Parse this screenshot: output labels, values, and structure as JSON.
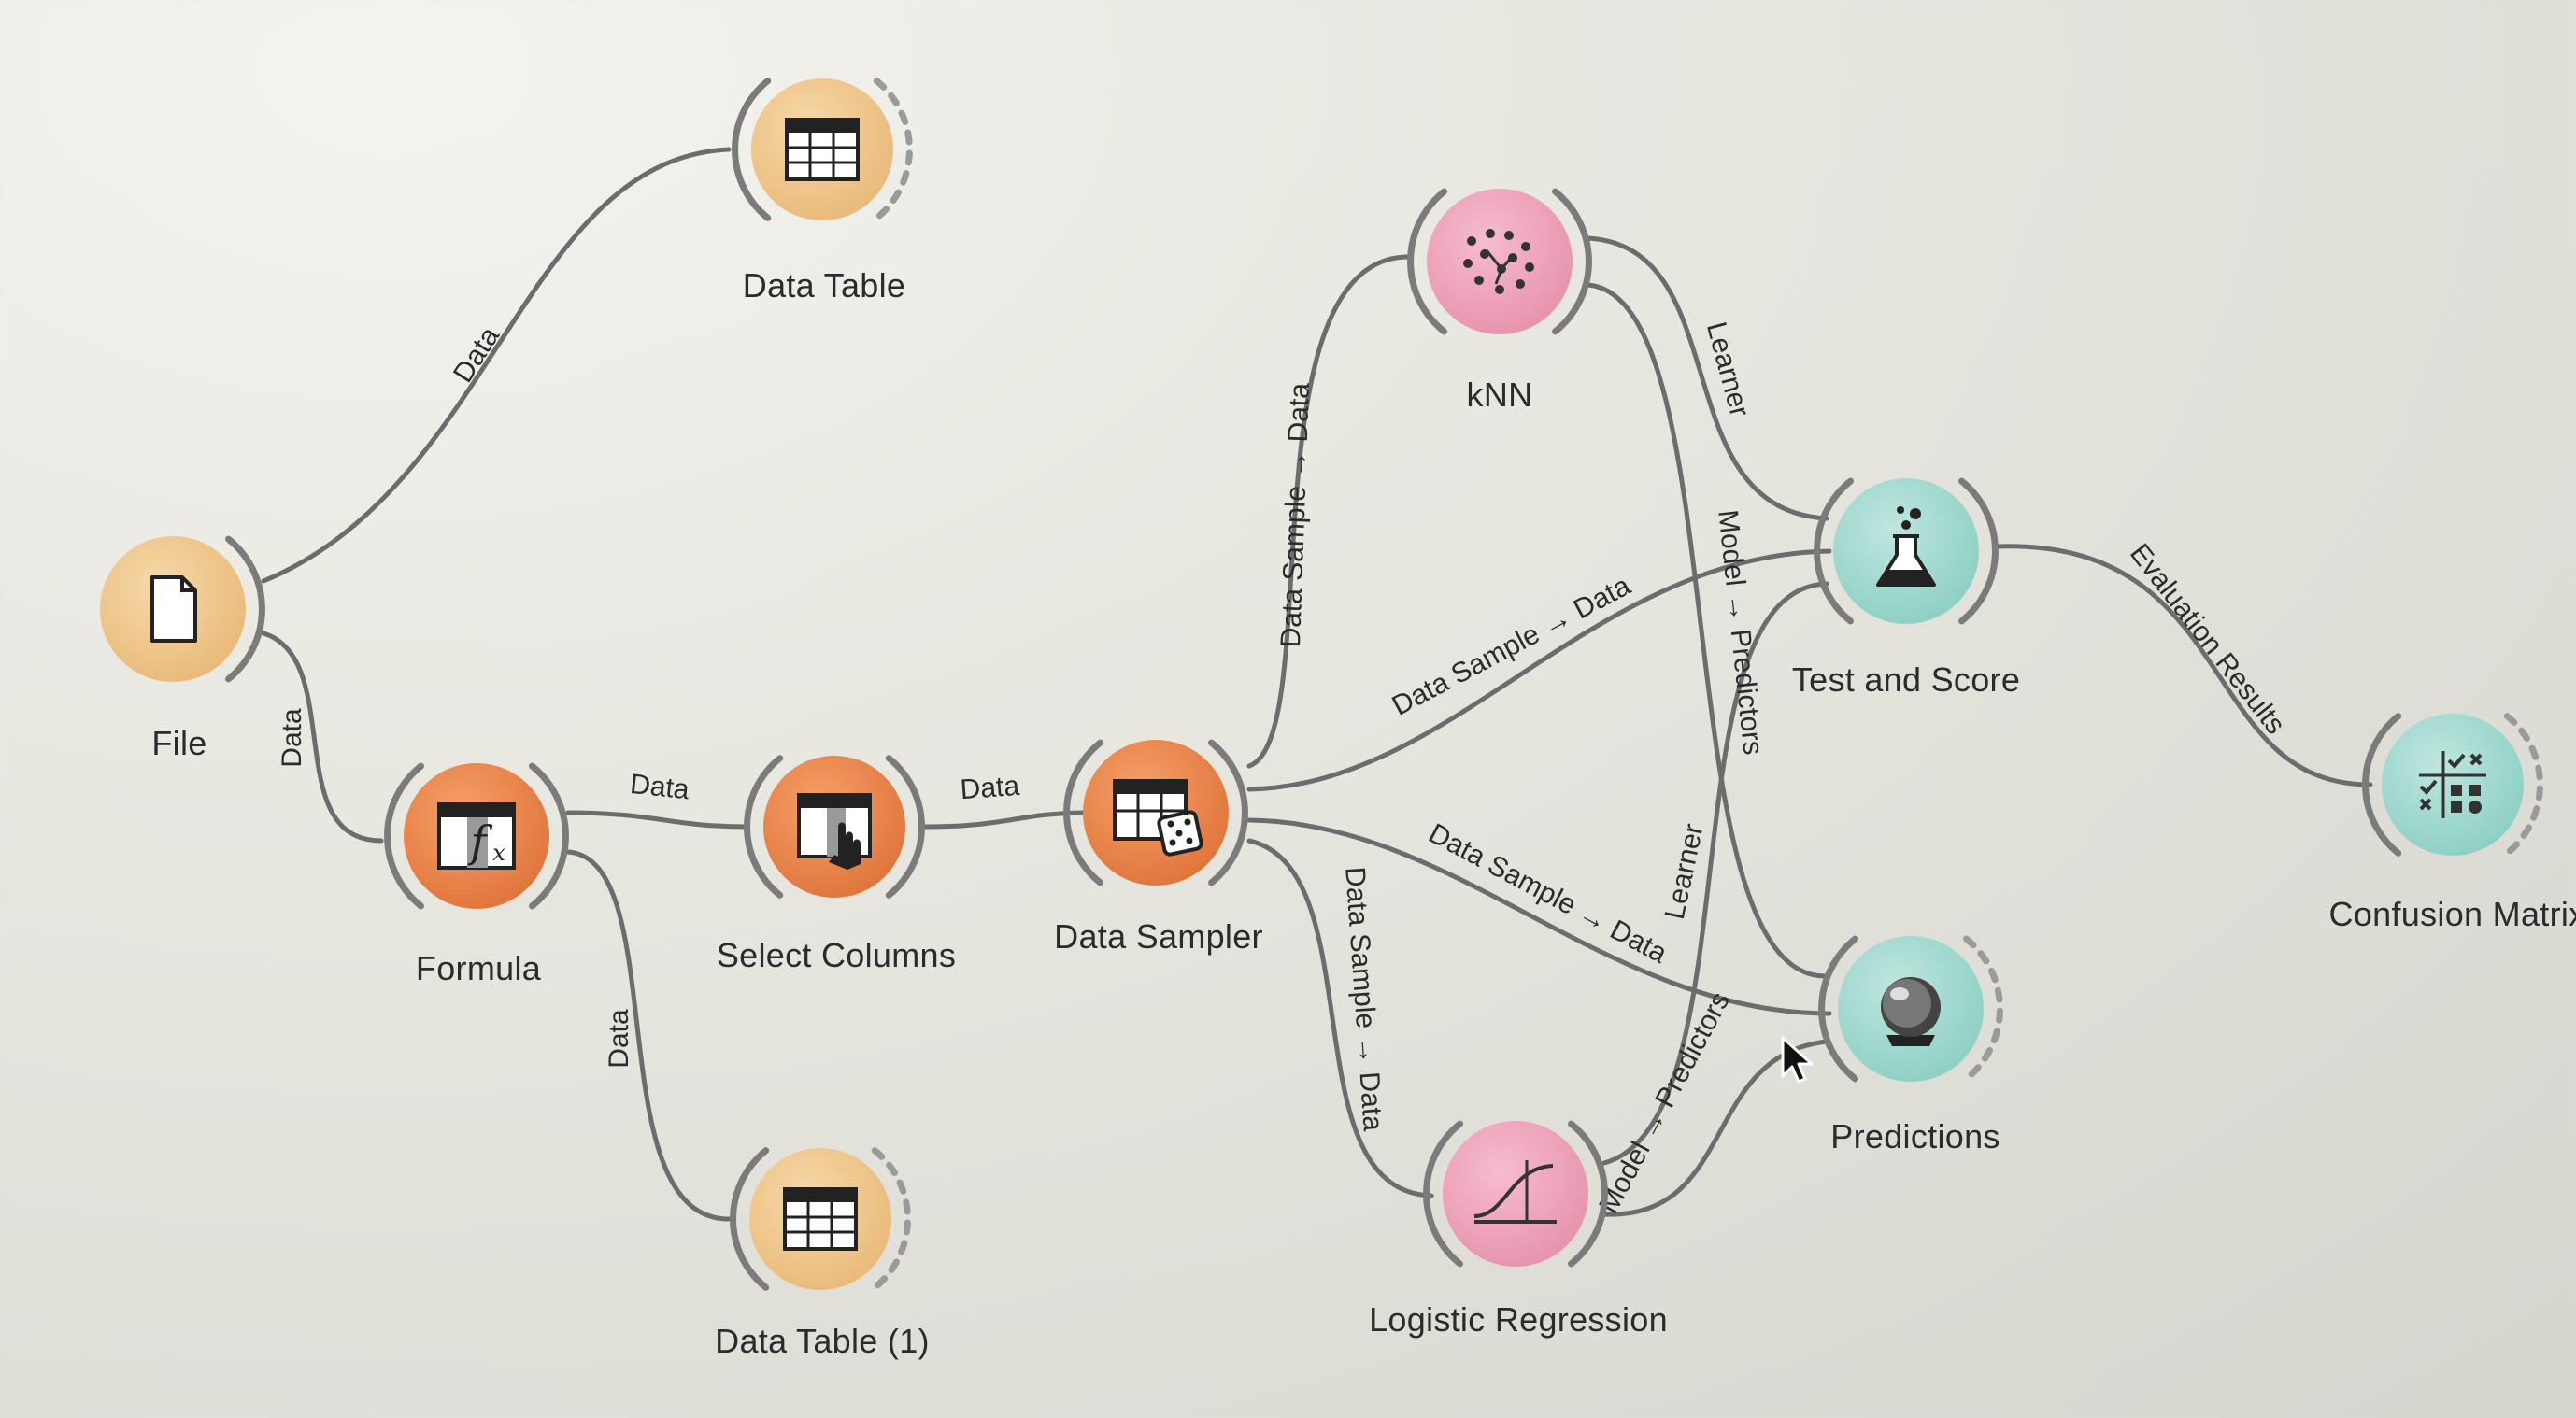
{
  "workflow": {
    "nodes": [
      {
        "id": "file",
        "label": "File",
        "icon": "file-icon",
        "category": "data"
      },
      {
        "id": "data_table",
        "label": "Data Table",
        "icon": "table-icon",
        "category": "data"
      },
      {
        "id": "formula",
        "label": "Formula",
        "icon": "formula-icon",
        "category": "transform"
      },
      {
        "id": "select_columns",
        "label": "Select Columns",
        "icon": "select-columns-icon",
        "category": "transform"
      },
      {
        "id": "data_sampler",
        "label": "Data Sampler",
        "icon": "data-sampler-icon",
        "category": "transform"
      },
      {
        "id": "data_table_1",
        "label": "Data Table (1)",
        "icon": "table-icon",
        "category": "data"
      },
      {
        "id": "knn",
        "label": "kNN",
        "icon": "knn-icon",
        "category": "model"
      },
      {
        "id": "logistic_regression",
        "label": "Logistic Regression",
        "icon": "logistic-curve-icon",
        "category": "model"
      },
      {
        "id": "test_and_score",
        "label": "Test and Score",
        "icon": "flask-icon",
        "category": "evaluate"
      },
      {
        "id": "predictions",
        "label": "Predictions",
        "icon": "crystal-ball-icon",
        "category": "evaluate"
      },
      {
        "id": "confusion_matrix",
        "label": "Confusion Matrix",
        "icon": "confusion-matrix-icon",
        "category": "evaluate"
      }
    ],
    "links": [
      {
        "id": "file-datatable",
        "label": "Data"
      },
      {
        "id": "file-formula",
        "label": "Data"
      },
      {
        "id": "formula-selectcolumns",
        "label": "Data"
      },
      {
        "id": "formula-datatable1",
        "label": "Data"
      },
      {
        "id": "selectcolumns-datasampler",
        "label": "Data"
      },
      {
        "id": "datasampler-knn",
        "label": "Data Sample → Data"
      },
      {
        "id": "datasampler-testscore",
        "label": "Data Sample → Data"
      },
      {
        "id": "datasampler-predictions",
        "label": "Data Sample → Data"
      },
      {
        "id": "datasampler-logreg",
        "label": "Data Sample → Data"
      },
      {
        "id": "knn-testscore",
        "label": "Learner"
      },
      {
        "id": "knn-predictions",
        "label": "Model → Predictors"
      },
      {
        "id": "logreg-testscore",
        "label": "Learner"
      },
      {
        "id": "logreg-predictions",
        "label": "Model → Predictors"
      },
      {
        "id": "testscore-confusion",
        "label": "Evaluation Results"
      }
    ]
  },
  "colors": {
    "data": "#f2c98e",
    "transform": "#ee8a50",
    "model": "#f0a6bd",
    "evaluate": "#a6dcd3",
    "link": "#6c6c6c",
    "bracket": "#7b7b7b",
    "label": "#2b2b2b"
  }
}
